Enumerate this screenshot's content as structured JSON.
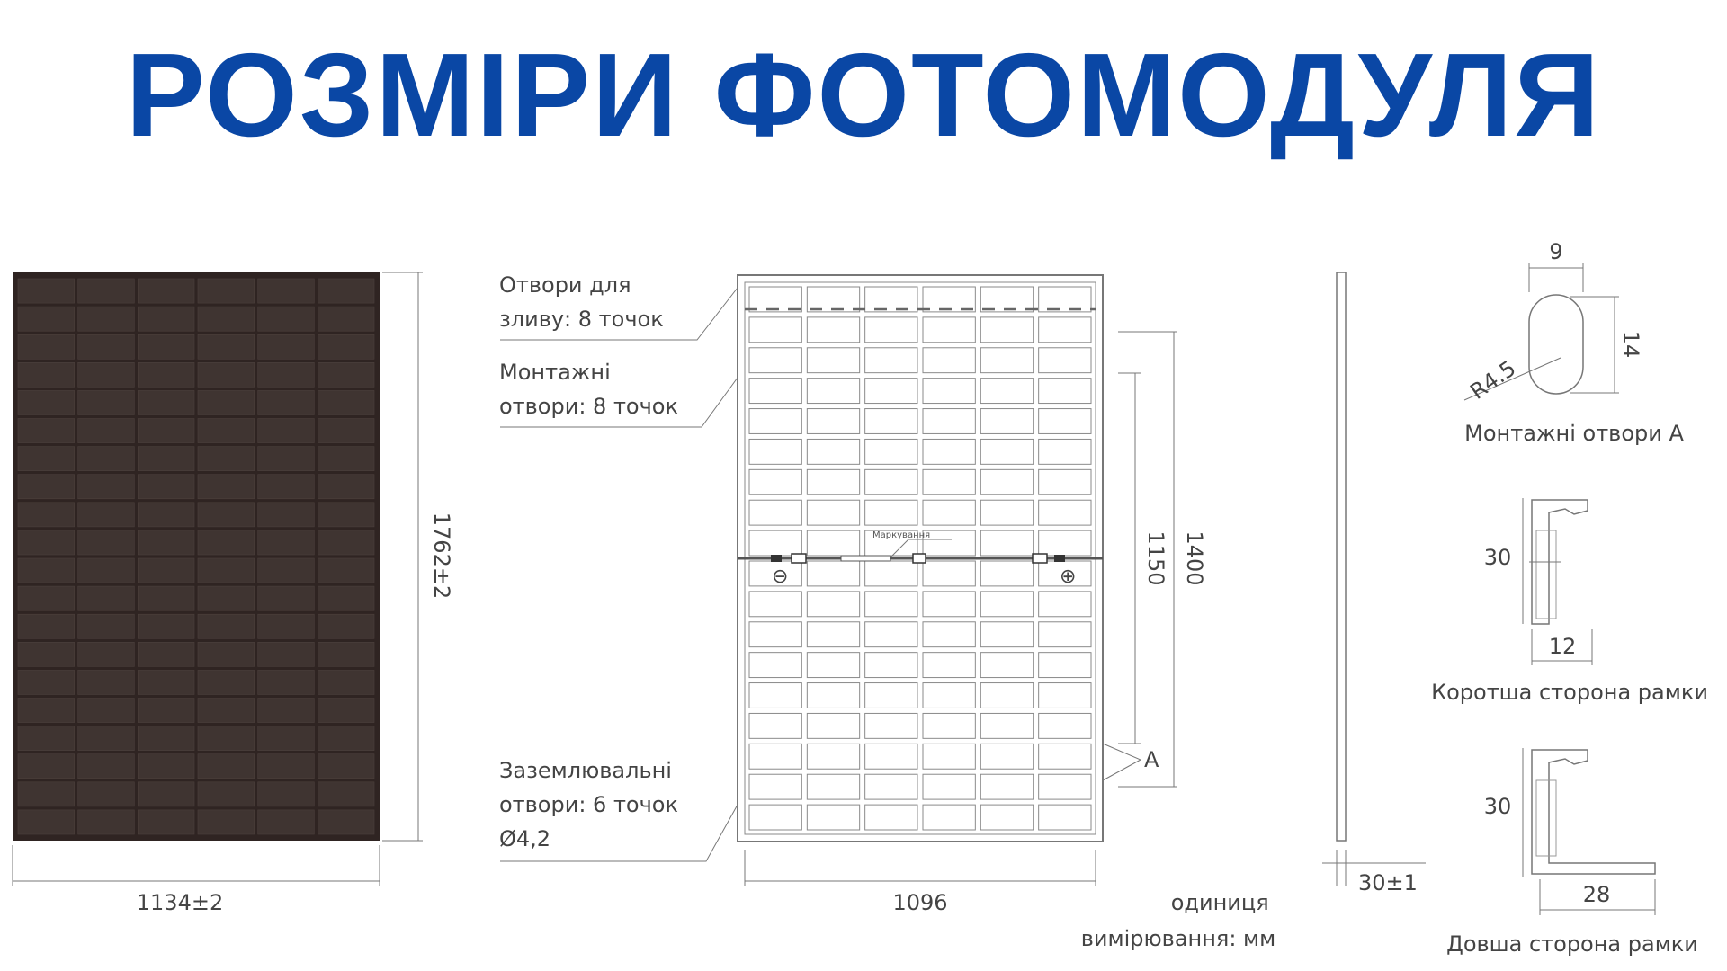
{
  "title": "РОЗМІРИ ФОТОМОДУЛЯ",
  "front_view": {
    "width_label": "1134±2",
    "height_label": "1762±2"
  },
  "back_view": {
    "callout_drain": [
      "Отвори для",
      "зливу: 8 точок"
    ],
    "callout_mounting": [
      "Монтажні",
      "отвори: 8 точок"
    ],
    "callout_grounding": [
      "Заземлювальні",
      "отвори: 6 точок",
      "Ø4,2"
    ],
    "marking_label": "Маркування",
    "minus_symbol": "⊖",
    "plus_symbol": "⊕",
    "dim_1150": "1150",
    "dim_1400": "1400",
    "dim_1096": "1096",
    "point_a": "A",
    "unit_label": [
      "одиниця",
      "вимірювання: мм"
    ]
  },
  "side_view": {
    "thickness_label": "30±1"
  },
  "details": {
    "hole": {
      "width": "9",
      "height": "14",
      "radius": "R4.5",
      "caption": "Монтажні отвори A"
    },
    "short_frame": {
      "height": "30",
      "width": "12",
      "caption": "Коротша сторона рамки"
    },
    "long_frame": {
      "height": "30",
      "width": "28",
      "caption": "Довша сторона рамки"
    }
  },
  "colors": {
    "title": "#0a47a5",
    "panel": "#3a2e2b",
    "line": "#666666"
  }
}
